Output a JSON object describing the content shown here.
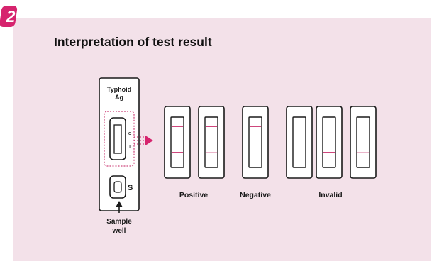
{
  "step_number": "2",
  "title": "Interpretation of test result",
  "device": {
    "name_line1": "Typhoid",
    "name_line2": "Ag",
    "control_marker": "C",
    "test_marker": "T",
    "sample_marker": "S",
    "sample_label_line1": "Sample",
    "sample_label_line2": "well"
  },
  "results": {
    "positive_label": "Positive",
    "negative_label": "Negative",
    "invalid_label": "Invalid"
  },
  "colors": {
    "badge": "#d6246e",
    "background": "#f3e1e9",
    "band": "#c2185b",
    "band_faint": "#d9789e",
    "outline": "#1a1a1a"
  }
}
